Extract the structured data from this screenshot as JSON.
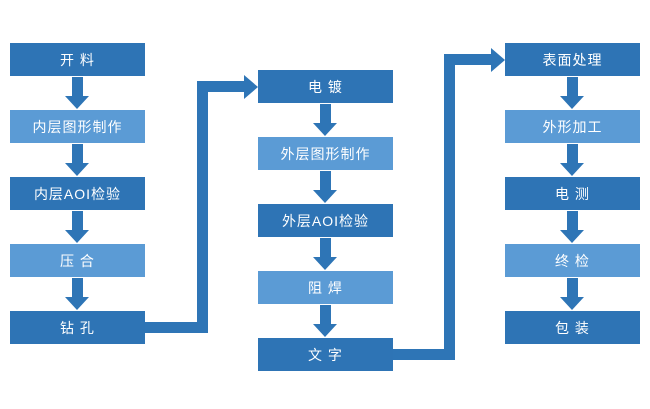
{
  "flowchart": {
    "columns": [
      {
        "boxes": [
          {
            "label": "开 料"
          },
          {
            "label": "内层图形制作"
          },
          {
            "label": "内层AOI检验"
          },
          {
            "label": "压 合"
          },
          {
            "label": "钻 孔"
          }
        ]
      },
      {
        "boxes": [
          {
            "label": "电 镀"
          },
          {
            "label": "外层图形制作"
          },
          {
            "label": "外层AOI检验"
          },
          {
            "label": "阻 焊"
          },
          {
            "label": "文 字"
          }
        ]
      },
      {
        "boxes": [
          {
            "label": "表面处理"
          },
          {
            "label": "外形加工"
          },
          {
            "label": "电 测"
          },
          {
            "label": "终 检"
          },
          {
            "label": "包 装"
          }
        ]
      }
    ],
    "colors": {
      "box_dark": "#2E74B5",
      "box_light": "#5B9BD5",
      "arrow": "#2E75B6",
      "text": "#FFFFFF",
      "background": "#FFFFFF"
    }
  }
}
